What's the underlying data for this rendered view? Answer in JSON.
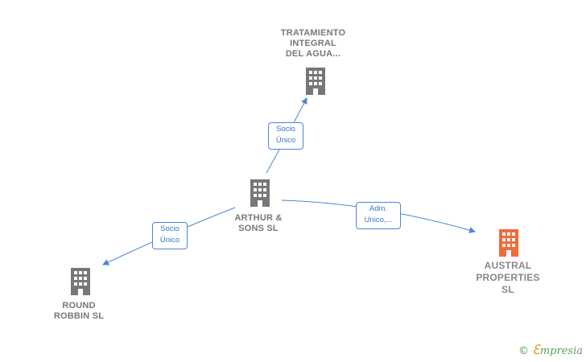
{
  "nodes": {
    "tratamiento": {
      "lines": [
        "TRATAMIENTO",
        "INTEGRAL",
        "DEL AGUA..."
      ],
      "color": "#777777"
    },
    "arthur": {
      "lines": [
        "ARTHUR &",
        "SONS  SL"
      ],
      "color": "#777777"
    },
    "round": {
      "lines": [
        "ROUND",
        "ROBBIN SL"
      ],
      "color": "#777777"
    },
    "austral": {
      "lines": [
        "AUSTRAL",
        "PROPERTIES",
        "SL"
      ],
      "color": "#f26b3a"
    }
  },
  "edges": {
    "to_tratamiento": {
      "lines": [
        "Socio",
        "Único"
      ]
    },
    "to_round": {
      "lines": [
        "Socio",
        "Único"
      ]
    },
    "to_austral": {
      "lines": [
        "Adm.",
        "Unico,..."
      ]
    }
  },
  "colors": {
    "edge": "#4a86d4",
    "building": "#777777",
    "highlight_building": "#f26b3a"
  },
  "watermark": {
    "copyright": "©",
    "brand_initial": "ℇ",
    "brand_rest": "mpresia"
  }
}
